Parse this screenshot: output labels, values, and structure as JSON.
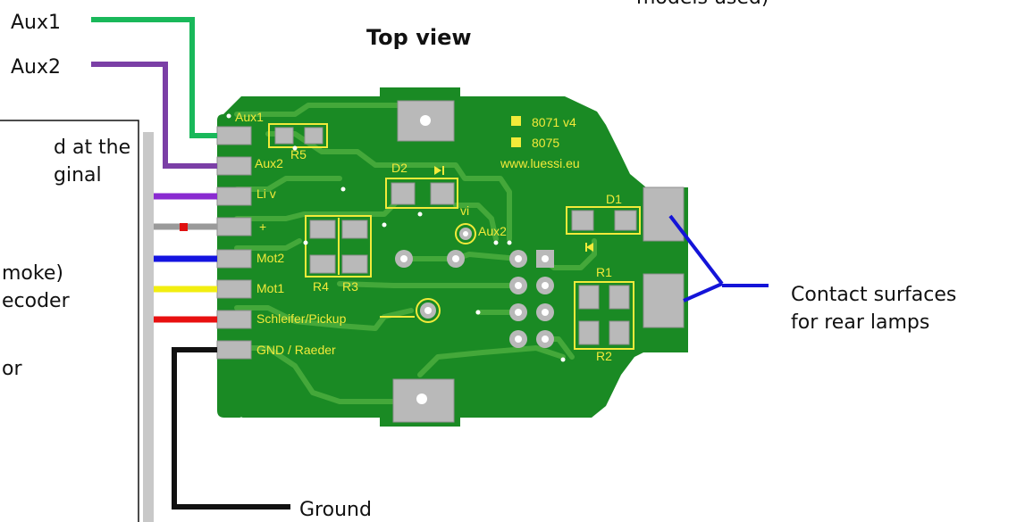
{
  "title": "Top view",
  "cut_off_text": {
    "top_right": "models used)",
    "left_lines": [
      "d at the",
      "ginal",
      "moke)",
      "ecoder",
      "or"
    ]
  },
  "wire_labels": {
    "aux1": "Aux1",
    "aux2": "Aux2",
    "ground": "Ground",
    "contact_line1": "Contact surfaces",
    "contact_line2": "for rear lamps"
  },
  "pcb_labels": {
    "aux1": "Aux1",
    "aux2_left": "Aux2",
    "li_v": "Li v",
    "plus": "+",
    "mot2": "Mot2",
    "mot1": "Mot1",
    "pickup": "Schleifer/Pickup",
    "gnd": "GND / Raeder",
    "r5": "R5",
    "d2": "D2",
    "vi": "vi",
    "aux2_right": "Aux2",
    "r4": "R4",
    "r3": "R3",
    "d1": "D1",
    "r1": "R1",
    "r2": "R2",
    "model_a": "8071 v4",
    "model_b": "8075",
    "website": "www.luessi.eu"
  },
  "colors": {
    "pcb_green": "#1a8a24",
    "trace_green": "#44a83a",
    "silk_yellow": "#f2ea3a",
    "wire_aux1": "#19b85a",
    "wire_aux2": "#7b3fa6",
    "wire_li_v": "#8a2bd1",
    "wire_plus": "#9a9a9a",
    "wire_plus_marker": "#e01010",
    "wire_mot2": "#1414e0",
    "wire_mot1": "#f2ee10",
    "wire_pickup": "#e81010",
    "wire_gnd": "#111111",
    "contact_lines": "#1414d8",
    "side_bar": "#c8c8c8"
  }
}
